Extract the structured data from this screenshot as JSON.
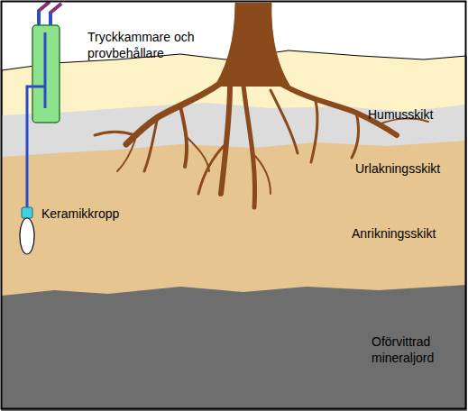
{
  "diagram": {
    "nodes": [
      {
        "text": [
          "Humusskikt"
        ]
      },
      {
        "text": [
          "Urlakningsskikt"
        ]
      },
      {
        "text": [
          "Anrikningsskikt"
        ]
      },
      {
        "text": [
          "Oförvittrad mineraljord"
        ]
      }
    ],
    "labels": [
      "Tryckkammare och provbehållare",
      "Keramikkropp"
    ]
  }
}
